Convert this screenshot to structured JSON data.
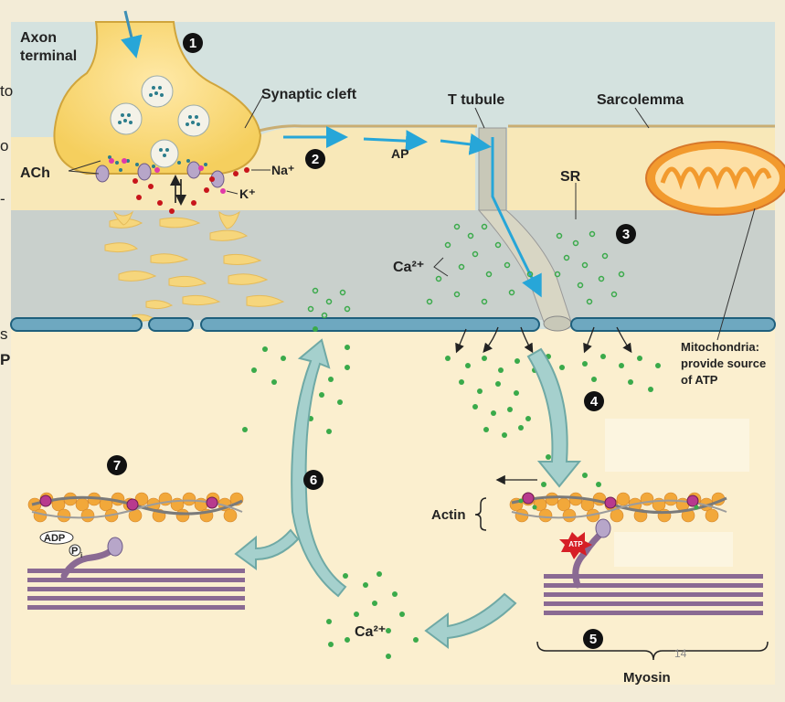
{
  "labels": {
    "axon_terminal_line1": "Axon",
    "axon_terminal_line2": "terminal",
    "synaptic_cleft": "Synaptic cleft",
    "t_tubule": "T tubule",
    "sarcolemma": "Sarcolemma",
    "ach": "ACh",
    "na": "Na⁺",
    "k": "K⁺",
    "ap": "AP",
    "sr": "SR",
    "ca_upper": "Ca²⁺",
    "ca_lower": "Ca²⁺",
    "actin": "Actin",
    "myosin": "Myosin",
    "adp": "ADP",
    "pi": "P",
    "pi_sub": "i",
    "atp": "ATP",
    "mitochondria_line1": "Mitochondria:",
    "mitochondria_line2": "provide source",
    "mitochondria_line3": "of ATP",
    "page_number": "14"
  },
  "steps": [
    "1",
    "2",
    "3",
    "4",
    "5",
    "6",
    "7"
  ],
  "side_fragments": {
    "left_1": "to",
    "left_2": "o",
    "left_3": "-",
    "left_4": "s",
    "left_5": "P"
  },
  "colors": {
    "extracellular": "#d4e2df",
    "cytoplasm": "#f8e8b8",
    "sr_band": "#c9d0cc",
    "membrane": "#2c6d84",
    "ca_dot": "#3aaa4a",
    "na_dot": "#c8151b",
    "k_dot": "#e03aa8",
    "arrow_fill": "#a5d0cd",
    "ap_arrow": "#27a6d8",
    "myosin": "#8a6a93"
  }
}
